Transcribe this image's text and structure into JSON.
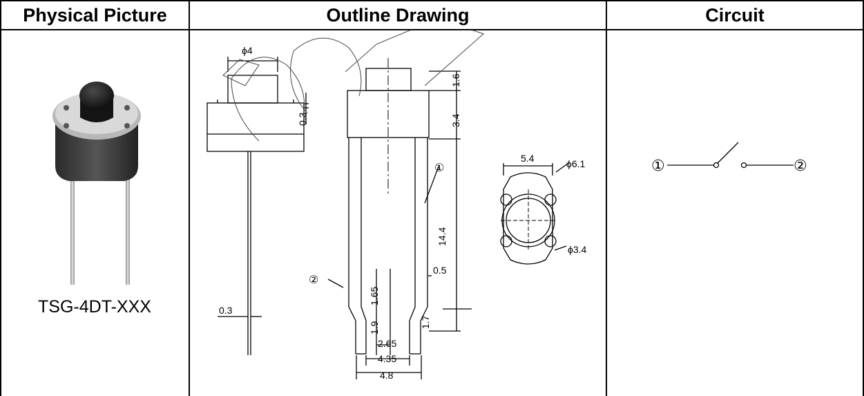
{
  "headers": {
    "physical": "Physical Picture",
    "outline": "Outline Drawing",
    "circuit": "Circuit"
  },
  "product": {
    "part_number": "TSG-4DT-XXX"
  },
  "outline_dimensions": {
    "top_diameter": "ϕ4",
    "side_gap": "0.3",
    "lead_thickness": "0.3",
    "actuator_height": "1.6",
    "body_height": "3.4",
    "lead_length": "14.4",
    "lead_width": "0.5",
    "lead_step": "1.65",
    "lead_tip_a": "1.9",
    "lead_tip_b": "1.7",
    "pitch_inner": "2.65",
    "pitch_mid": "4.35",
    "body_width": "4.8",
    "footprint_width": "5.4",
    "outer_diameter": "ϕ6.1",
    "button_diameter": "ϕ3.4",
    "pin1": "①",
    "pin2": "②"
  },
  "circuit": {
    "pin1": "①",
    "pin2": "②"
  }
}
